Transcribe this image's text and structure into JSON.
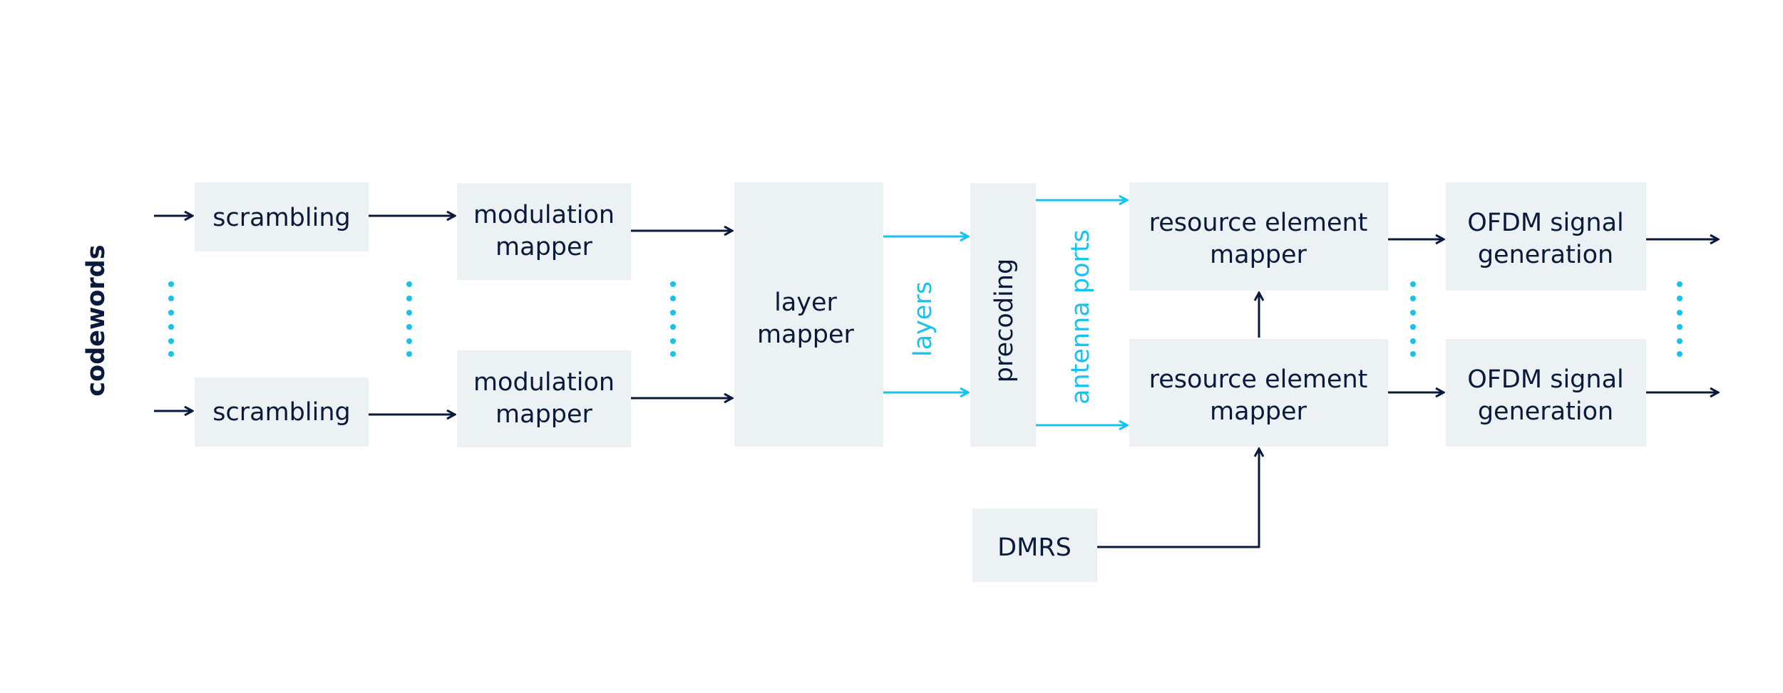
{
  "labels": {
    "codewords": "codewords",
    "scrambling_top": "scrambling",
    "scrambling_bottom": "scrambling",
    "modulation_top": [
      "modulation",
      "mapper"
    ],
    "modulation_bottom": [
      "modulation",
      "mapper"
    ],
    "layer_mapper": [
      "layer",
      "mapper"
    ],
    "layers": "layers",
    "precoding": "precoding",
    "antenna_ports": "antenna ports",
    "re_mapper_top": [
      "resource element",
      "mapper"
    ],
    "re_mapper_bottom": [
      "resource element",
      "mapper"
    ],
    "ofdm_top": [
      "OFDM signal",
      "generation"
    ],
    "ofdm_bottom": [
      "OFDM signal",
      "generation"
    ],
    "dmrs": "DMRS"
  },
  "colors": {
    "box_fill": "#ecf1f4",
    "text_dark": "#0a1a3c",
    "accent_blue": "#18c2ee"
  }
}
